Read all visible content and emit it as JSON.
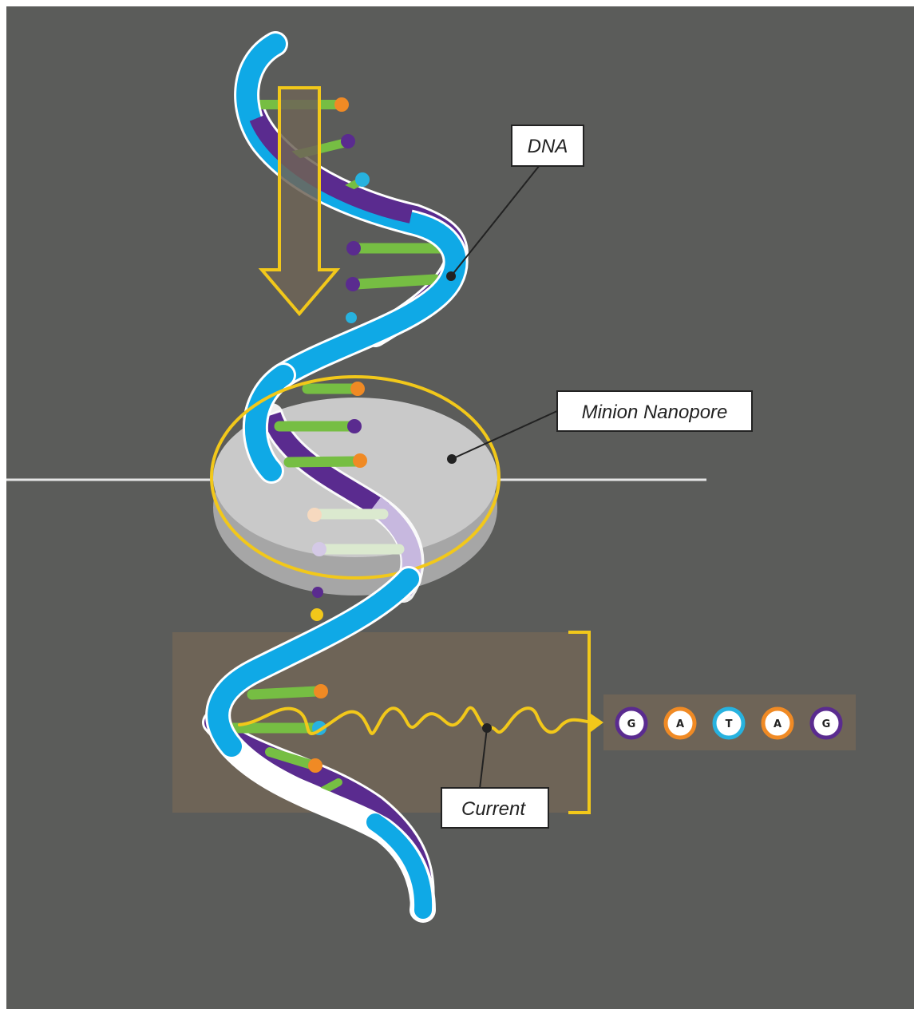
{
  "labels": {
    "dna": "DNA",
    "nanopore": "Minion Nanopore",
    "current": "Current"
  },
  "sequence": [
    {
      "letter": "G",
      "base": "guanine"
    },
    {
      "letter": "A",
      "base": "adenine"
    },
    {
      "letter": "T",
      "base": "thymine"
    },
    {
      "letter": "A",
      "base": "adenine"
    },
    {
      "letter": "G",
      "base": "guanine"
    }
  ],
  "colors": {
    "background": "#5b5c5a",
    "strand_blue": "#0fa9e6",
    "strand_purple": "#5a2b8f",
    "base_pair_green": "#76be43",
    "guanine": "#5a2b8f",
    "adenine": "#f08a24",
    "thymine": "#27b2df",
    "highlight_yellow": "#f2c81a",
    "pore_gray": "#c9c9c9",
    "window_tan": "#6e6457"
  },
  "icons": [
    "down-arrow-icon",
    "wave-signal-icon",
    "bracket-icon"
  ]
}
